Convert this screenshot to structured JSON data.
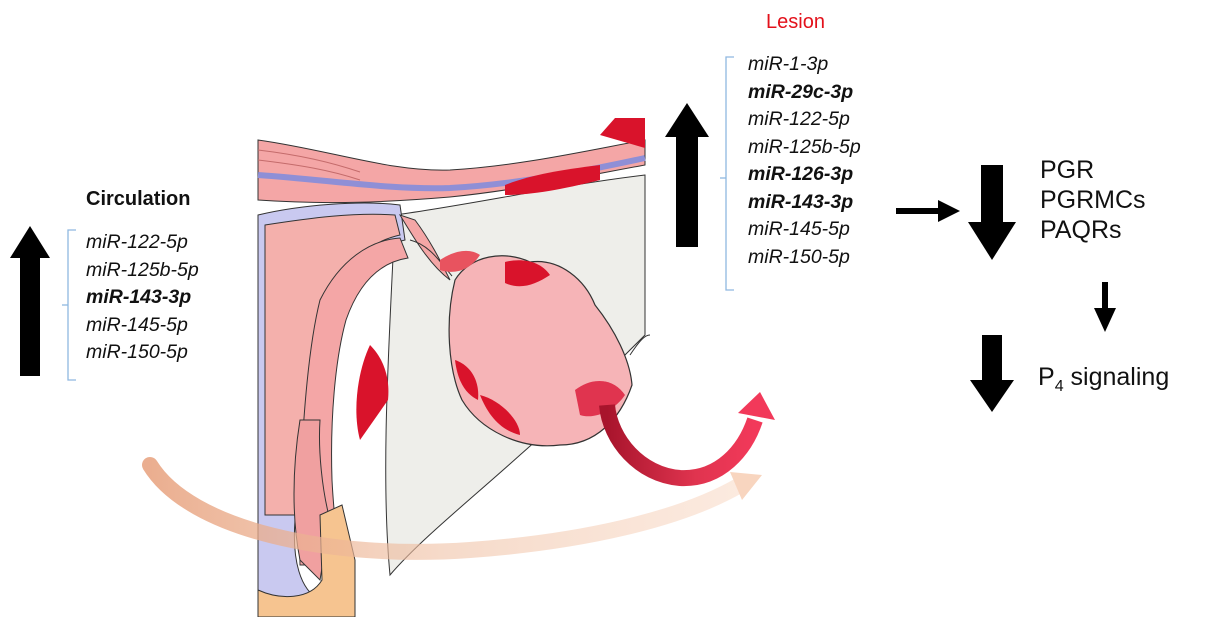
{
  "circulation": {
    "title": "Circulation",
    "mirnas": [
      {
        "name": "miR-122-5p",
        "bold": false
      },
      {
        "name": "miR-125b-5p",
        "bold": false
      },
      {
        "name": "miR-143-3p",
        "bold": true
      },
      {
        "name": "miR-145-5p",
        "bold": false
      },
      {
        "name": "miR-150-5p",
        "bold": false
      }
    ],
    "direction": "up"
  },
  "lesion": {
    "title": "Lesion",
    "mirnas": [
      {
        "name": "miR-1-3p",
        "bold": false
      },
      {
        "name": "miR-29c-3p",
        "bold": true
      },
      {
        "name": "miR-122-5p",
        "bold": false
      },
      {
        "name": "miR-125b-5p",
        "bold": false
      },
      {
        "name": "miR-126-3p",
        "bold": true
      },
      {
        "name": "miR-143-3p",
        "bold": true
      },
      {
        "name": "miR-145-5p",
        "bold": false
      },
      {
        "name": "miR-150-5p",
        "bold": false
      }
    ],
    "direction": "up"
  },
  "targets": {
    "receptors": [
      "PGR",
      "PGRMCs",
      "PAQRs"
    ],
    "receptors_direction": "down",
    "signaling_prefix": "P",
    "signaling_subscript": "4",
    "signaling_suffix": " signaling",
    "signaling_direction": "down"
  },
  "colors": {
    "lesion_title": "#e3111b",
    "arrow": "#000000",
    "tissue_pink": "#f4a6a6",
    "lesion_red": "#d9132b",
    "muscle_blue": "#c9c9f0",
    "fat_orange": "#f6c490"
  }
}
